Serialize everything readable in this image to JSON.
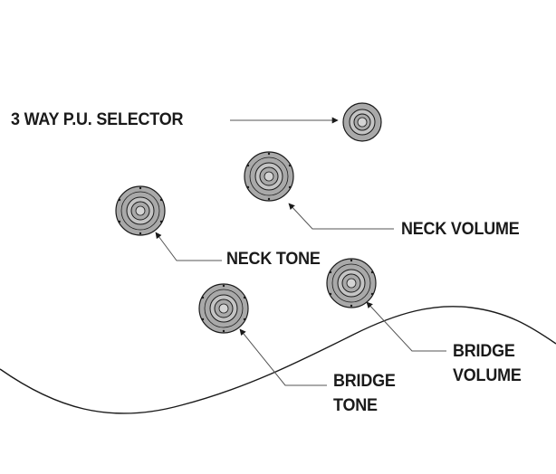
{
  "labels": {
    "selector": "3 WAY P.U. SELECTOR",
    "neck_volume": "NECK VOLUME",
    "neck_tone": "NECK TONE",
    "bridge_volume": [
      "BRIDGE",
      "VOLUME"
    ],
    "bridge_tone": [
      "BRIDGE",
      "TONE"
    ]
  },
  "colors": {
    "ink": "#1a1a1a",
    "knob_fill": "#a9a9a9",
    "knob_inner": "#c4c4c4",
    "outline": "#1a1a1a"
  },
  "icons": {
    "selector": "toggle-switch-knob",
    "pots": "control-knob",
    "arrows": "arrow-pointer"
  }
}
